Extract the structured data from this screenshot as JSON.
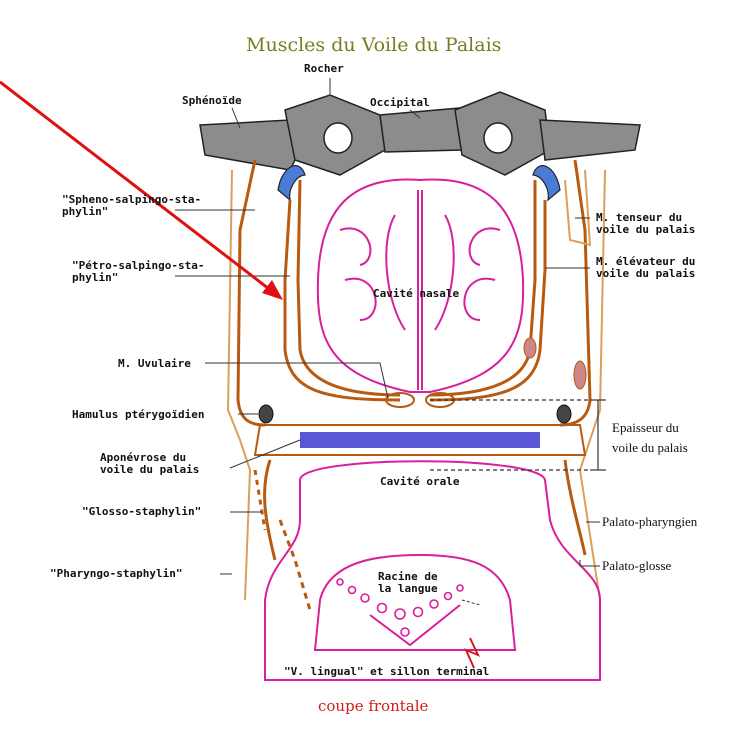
{
  "title": "Muscles du Voile du Palais",
  "caption": "coupe frontale",
  "labels": {
    "rocher": "Rocher",
    "sphenoide": "Sphénoïde",
    "occipital": "Occipital",
    "spheno": "\"Spheno-salpingo-sta-\nphylin\"",
    "petro": "\"Pétro-salpingo-sta-\nphylin\"",
    "tenseur": "M. tenseur du\nvoile du palais",
    "elevateur": "M. élévateur du\nvoile du palais",
    "cavite_nasale": "Cavité nasale",
    "uvulaire": "M. Uvulaire",
    "hamulus": "Hamulus ptérygoïdien",
    "epaisseur": "Epaisseur du\nvoile du palais",
    "aponevrose": "Aponévrose du\nvoile du palais",
    "cavite_orale": "Cavité orale",
    "glosso": "\"Glosso-staphylin\"",
    "palato_pharyngien": "Palato-pharyngien",
    "pharyngo": "\"Pharyngo-staphylin\"",
    "palato_glosse": "Palato-glosse",
    "racine": "Racine de\nla langue",
    "v_lingual": "\"V. lingual\" et sillon terminal"
  },
  "colors": {
    "bone": "#8c8c8c",
    "muscle": "#b85a10",
    "muscle_light": "#d9a05a",
    "mucosa": "#d81f9c",
    "aponeurosis": "#3b3bd0",
    "arrow": "#e01010",
    "title": "#7b7b1f"
  }
}
